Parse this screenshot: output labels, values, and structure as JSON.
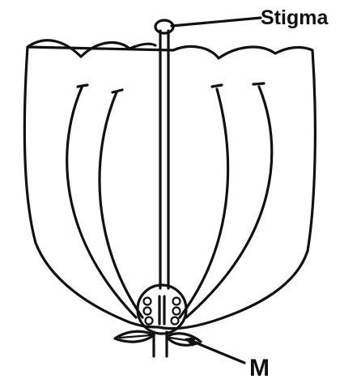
{
  "diagram": {
    "labels": {
      "stigma": "Stigma",
      "m": "M"
    },
    "parts": [
      "petal-outline",
      "style",
      "stigma",
      "stamens",
      "ovary",
      "ovules",
      "sepals",
      "pedicel"
    ],
    "colors": {
      "ink": "#111111",
      "background": "#ffffff"
    }
  }
}
